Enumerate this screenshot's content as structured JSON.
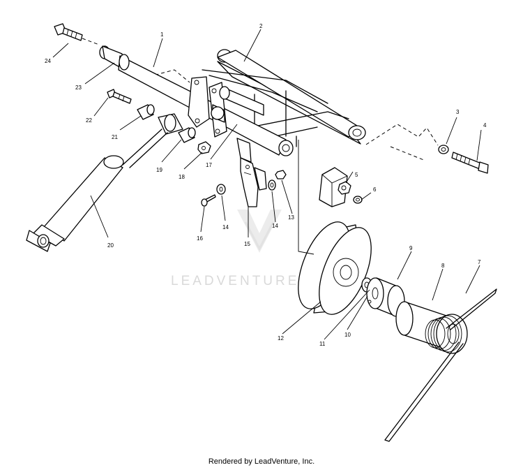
{
  "watermark": {
    "text": "LEADVENTURE"
  },
  "footer": {
    "text": "Rendered by LeadVenture, Inc."
  },
  "callouts": [
    "1",
    "2",
    "3",
    "4",
    "5",
    "6",
    "7",
    "8",
    "9",
    "10",
    "11",
    "12",
    "13",
    "14",
    "14",
    "15",
    "16",
    "17",
    "18",
    "19",
    "20",
    "21",
    "22",
    "23",
    "24"
  ]
}
